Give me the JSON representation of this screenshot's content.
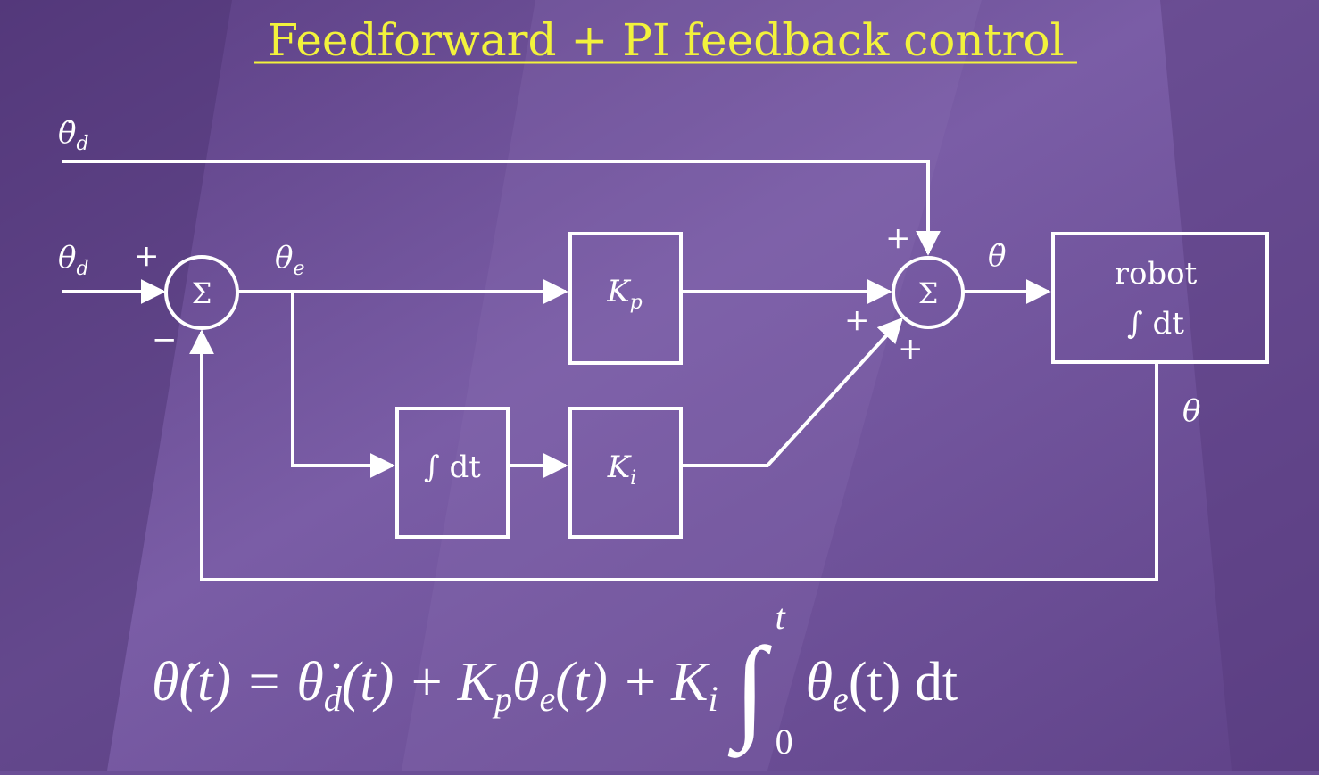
{
  "title": "Feedforward + PI feedback control",
  "colors": {
    "background": "#6b4f96",
    "title": "#f2f23c",
    "lines": "#ffffff"
  },
  "signals": {
    "theta_d_dot": "θ̇",
    "theta_d_dot_sub": "d",
    "theta_d": "θ",
    "theta_d_sub": "d",
    "theta_e": "θ",
    "theta_e_sub": "e",
    "theta_dot": "θ̇",
    "theta": "θ"
  },
  "junctions": {
    "sum_symbol": "Σ",
    "plus": "+",
    "minus": "−"
  },
  "blocks": {
    "kp": {
      "main": "K",
      "sub": "p"
    },
    "ki": {
      "main": "K",
      "sub": "i"
    },
    "integrator": "∫ dt",
    "robot_line1": "robot",
    "robot_line2": "∫ dt"
  },
  "equation": {
    "lhs": "θ̇(t) =",
    "term1": "θ̇",
    "term1_sub": "d",
    "term1_rest": "(t) +",
    "term2": "K",
    "term2_sub": "p",
    "term2_b": "θ",
    "term2_b_sub": "e",
    "term2_rest": "(t) +",
    "term3": "K",
    "term3_sub": "i",
    "integral": "∫",
    "upper": "t",
    "lower": "0",
    "integrand": "θ",
    "integrand_sub": "e",
    "integrand_rest": "(t) dt"
  }
}
